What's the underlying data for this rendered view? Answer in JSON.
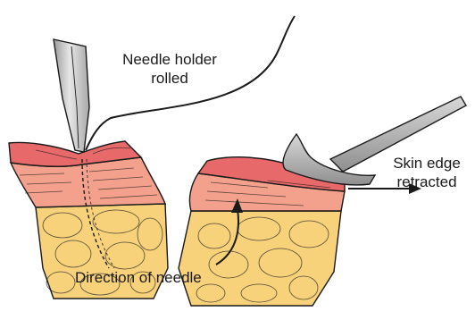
{
  "labels": {
    "needle_holder_line1": "Needle holder",
    "needle_holder_line2": "rolled",
    "skin_edge_line1": "Skin edge",
    "skin_edge_line2": "retracted",
    "direction": "Direction of needle"
  },
  "colors": {
    "epidermis": "#e8696a",
    "dermis": "#f3a18c",
    "fat": "#f7d27b",
    "instrument": "#c9c9c9",
    "outline": "#1a1a1a"
  }
}
